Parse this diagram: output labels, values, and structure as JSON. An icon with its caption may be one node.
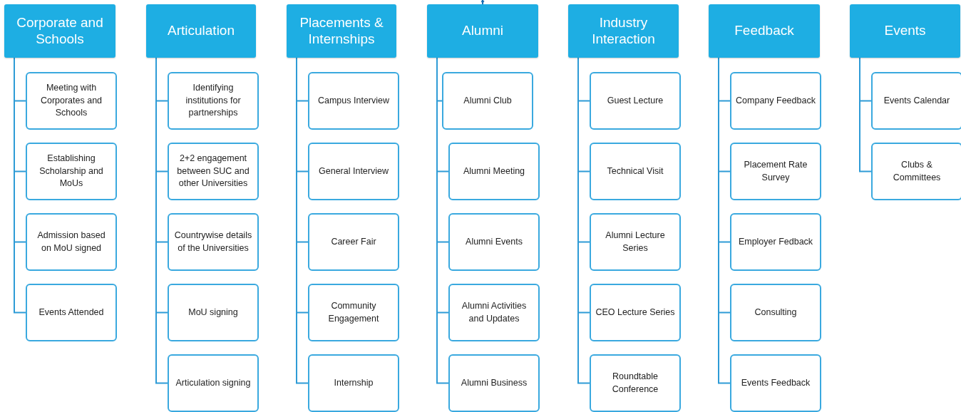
{
  "diagram": {
    "nodes": [
      {
        "text": [
          "Corporate and Schools"
        ]
      },
      {
        "text": [
          "Meeting with Corporates and Schools"
        ]
      },
      {
        "text": [
          "Establishing Scholarship and MoUs"
        ]
      },
      {
        "text": [
          "Admission based on MoU signed"
        ]
      },
      {
        "text": [
          "Events Attended"
        ]
      },
      {
        "text": [
          "Articulation"
        ]
      },
      {
        "text": [
          "Identifying institutions for partnerships"
        ]
      },
      {
        "text": [
          "2+2 engagement between SUC and other Universities"
        ]
      },
      {
        "text": [
          "Countrywise details of the Universities"
        ]
      },
      {
        "text": [
          "MoU signing"
        ]
      },
      {
        "text": [
          "Articulation signing"
        ]
      },
      {
        "text": [
          "Placements & Internships"
        ]
      },
      {
        "text": [
          "Campus Interview"
        ]
      },
      {
        "text": [
          "General Interview"
        ]
      },
      {
        "text": [
          "Career Fair"
        ]
      },
      {
        "text": [
          "Community Engagement"
        ]
      },
      {
        "text": [
          "Internship"
        ]
      },
      {
        "text": [
          "Alumni"
        ]
      },
      {
        "text": [
          "Alumni Club"
        ]
      },
      {
        "text": [
          "Alumni Meeting"
        ]
      },
      {
        "text": [
          "Alumni Events"
        ]
      },
      {
        "text": [
          "Alumni Activities and Updates"
        ]
      },
      {
        "text": [
          "Alumni Business"
        ]
      },
      {
        "text": [
          "Industry Interaction"
        ]
      },
      {
        "text": [
          "Guest Lecture"
        ]
      },
      {
        "text": [
          "Technical Visit"
        ]
      },
      {
        "text": [
          "Alumni Lecture Series"
        ]
      },
      {
        "text": [
          "CEO Lecture Series"
        ]
      },
      {
        "text": [
          "Roundtable Conference"
        ]
      },
      {
        "text": [
          "Feedback"
        ]
      },
      {
        "text": [
          "Company Feedback"
        ]
      },
      {
        "text": [
          "Placement Rate Survey"
        ]
      },
      {
        "text": [
          "Employer Fedback"
        ]
      },
      {
        "text": [
          "Consulting"
        ]
      },
      {
        "text": [
          "Events Feedback"
        ]
      },
      {
        "text": [
          "Events"
        ]
      },
      {
        "text": [
          "Events Calendar"
        ]
      },
      {
        "text": [
          "Clubs & Committees"
        ]
      }
    ],
    "edges": [
      {
        "from": null,
        "to": 17,
        "arrow": "to"
      },
      {
        "from": 0,
        "to": 1,
        "arrow": "none"
      },
      {
        "from": 0,
        "to": 2,
        "arrow": "none"
      },
      {
        "from": 0,
        "to": 3,
        "arrow": "none"
      },
      {
        "from": 0,
        "to": 4,
        "arrow": "none"
      },
      {
        "from": 5,
        "to": 6,
        "arrow": "none"
      },
      {
        "from": 5,
        "to": 7,
        "arrow": "none"
      },
      {
        "from": 5,
        "to": 8,
        "arrow": "none"
      },
      {
        "from": 5,
        "to": 9,
        "arrow": "none"
      },
      {
        "from": 5,
        "to": 10,
        "arrow": "none"
      },
      {
        "from": 11,
        "to": 12,
        "arrow": "none"
      },
      {
        "from": 11,
        "to": 13,
        "arrow": "none"
      },
      {
        "from": 11,
        "to": 14,
        "arrow": "none"
      },
      {
        "from": 11,
        "to": 15,
        "arrow": "none"
      },
      {
        "from": 11,
        "to": 16,
        "arrow": "none"
      },
      {
        "from": 17,
        "to": 18,
        "arrow": "none"
      },
      {
        "from": 17,
        "to": 19,
        "arrow": "none"
      },
      {
        "from": 17,
        "to": 20,
        "arrow": "none"
      },
      {
        "from": 17,
        "to": 21,
        "arrow": "none"
      },
      {
        "from": 17,
        "to": 22,
        "arrow": "none"
      },
      {
        "from": 23,
        "to": 24,
        "arrow": "none"
      },
      {
        "from": 23,
        "to": 25,
        "arrow": "none"
      },
      {
        "from": 23,
        "to": 26,
        "arrow": "none"
      },
      {
        "from": 23,
        "to": 27,
        "arrow": "none"
      },
      {
        "from": 23,
        "to": 28,
        "arrow": "none"
      },
      {
        "from": 29,
        "to": 30,
        "arrow": "none"
      },
      {
        "from": 29,
        "to": 31,
        "arrow": "none"
      },
      {
        "from": 29,
        "to": 32,
        "arrow": "none"
      },
      {
        "from": 29,
        "to": 33,
        "arrow": "none"
      },
      {
        "from": 29,
        "to": 34,
        "arrow": "none"
      },
      {
        "from": 35,
        "to": 36,
        "arrow": "none"
      },
      {
        "from": 35,
        "to": 37,
        "arrow": "none"
      }
    ]
  }
}
